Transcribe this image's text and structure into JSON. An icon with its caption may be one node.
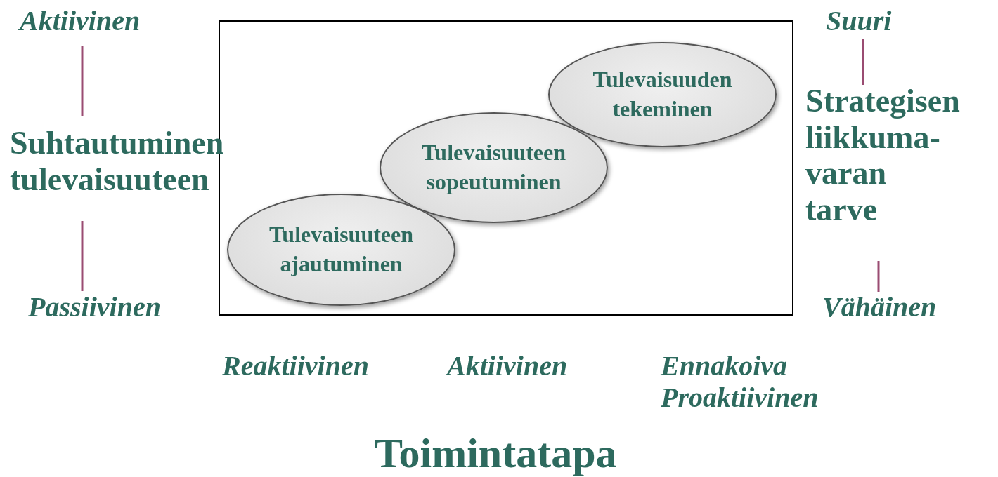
{
  "diagram": {
    "nodes": [
      {
        "text": [],
        "shape": "box"
      },
      {
        "text": [
          "Tulevaisuuden tekeminen"
        ],
        "in": 0
      },
      {
        "text": [
          "Tulevaisuuteen sopeutuminen"
        ],
        "in": 0
      },
      {
        "text": [
          "Tulevaisuuteen ajautuminen"
        ],
        "in": 0
      }
    ],
    "labels": [
      "Aktiivinen",
      "Suuri",
      "Suhtautuminen tulevaisuuteen",
      "Strategisen liikkuma- varan tarve",
      "Passiivinen",
      "Vähäinen",
      "Reaktiivinen",
      "Aktiivinen",
      "Ennakoiva Proaktiivinen",
      "Toimintatapa"
    ]
  }
}
